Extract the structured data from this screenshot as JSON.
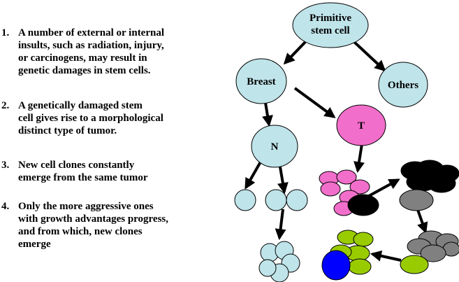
{
  "steps": [
    {
      "num": "1.",
      "text": "A number of external or internal\ninsults, such as radiation, injury,\nor carcinogens, may result in\ngenetic damages in stem cells."
    },
    {
      "num": "2.",
      "text": "A genetically damaged stem\ncell gives rise to a morphological\ndistinct type of tumor."
    },
    {
      "num": "3.",
      "text": "New cell clones constantly\nemerge from the same tumor"
    },
    {
      "num": "4.",
      "text": "Only the more aggressive ones\nwith growth advantages progress,\nand from which, new clones\nemerge"
    }
  ],
  "nodes": {
    "primitive_line1": "Primitive",
    "primitive_line2": "stem cell",
    "breast": "Breast",
    "others": "Others",
    "normal": "N",
    "tumor": "T"
  },
  "colors": {
    "normal_cell": "#bfe4ea",
    "tumor_cell": "#f26ecb",
    "aggressive_clone": "#000000",
    "intermediate_clone": "#808080",
    "advanced_clone": "#99cc00",
    "new_clone": "#0000ff"
  }
}
